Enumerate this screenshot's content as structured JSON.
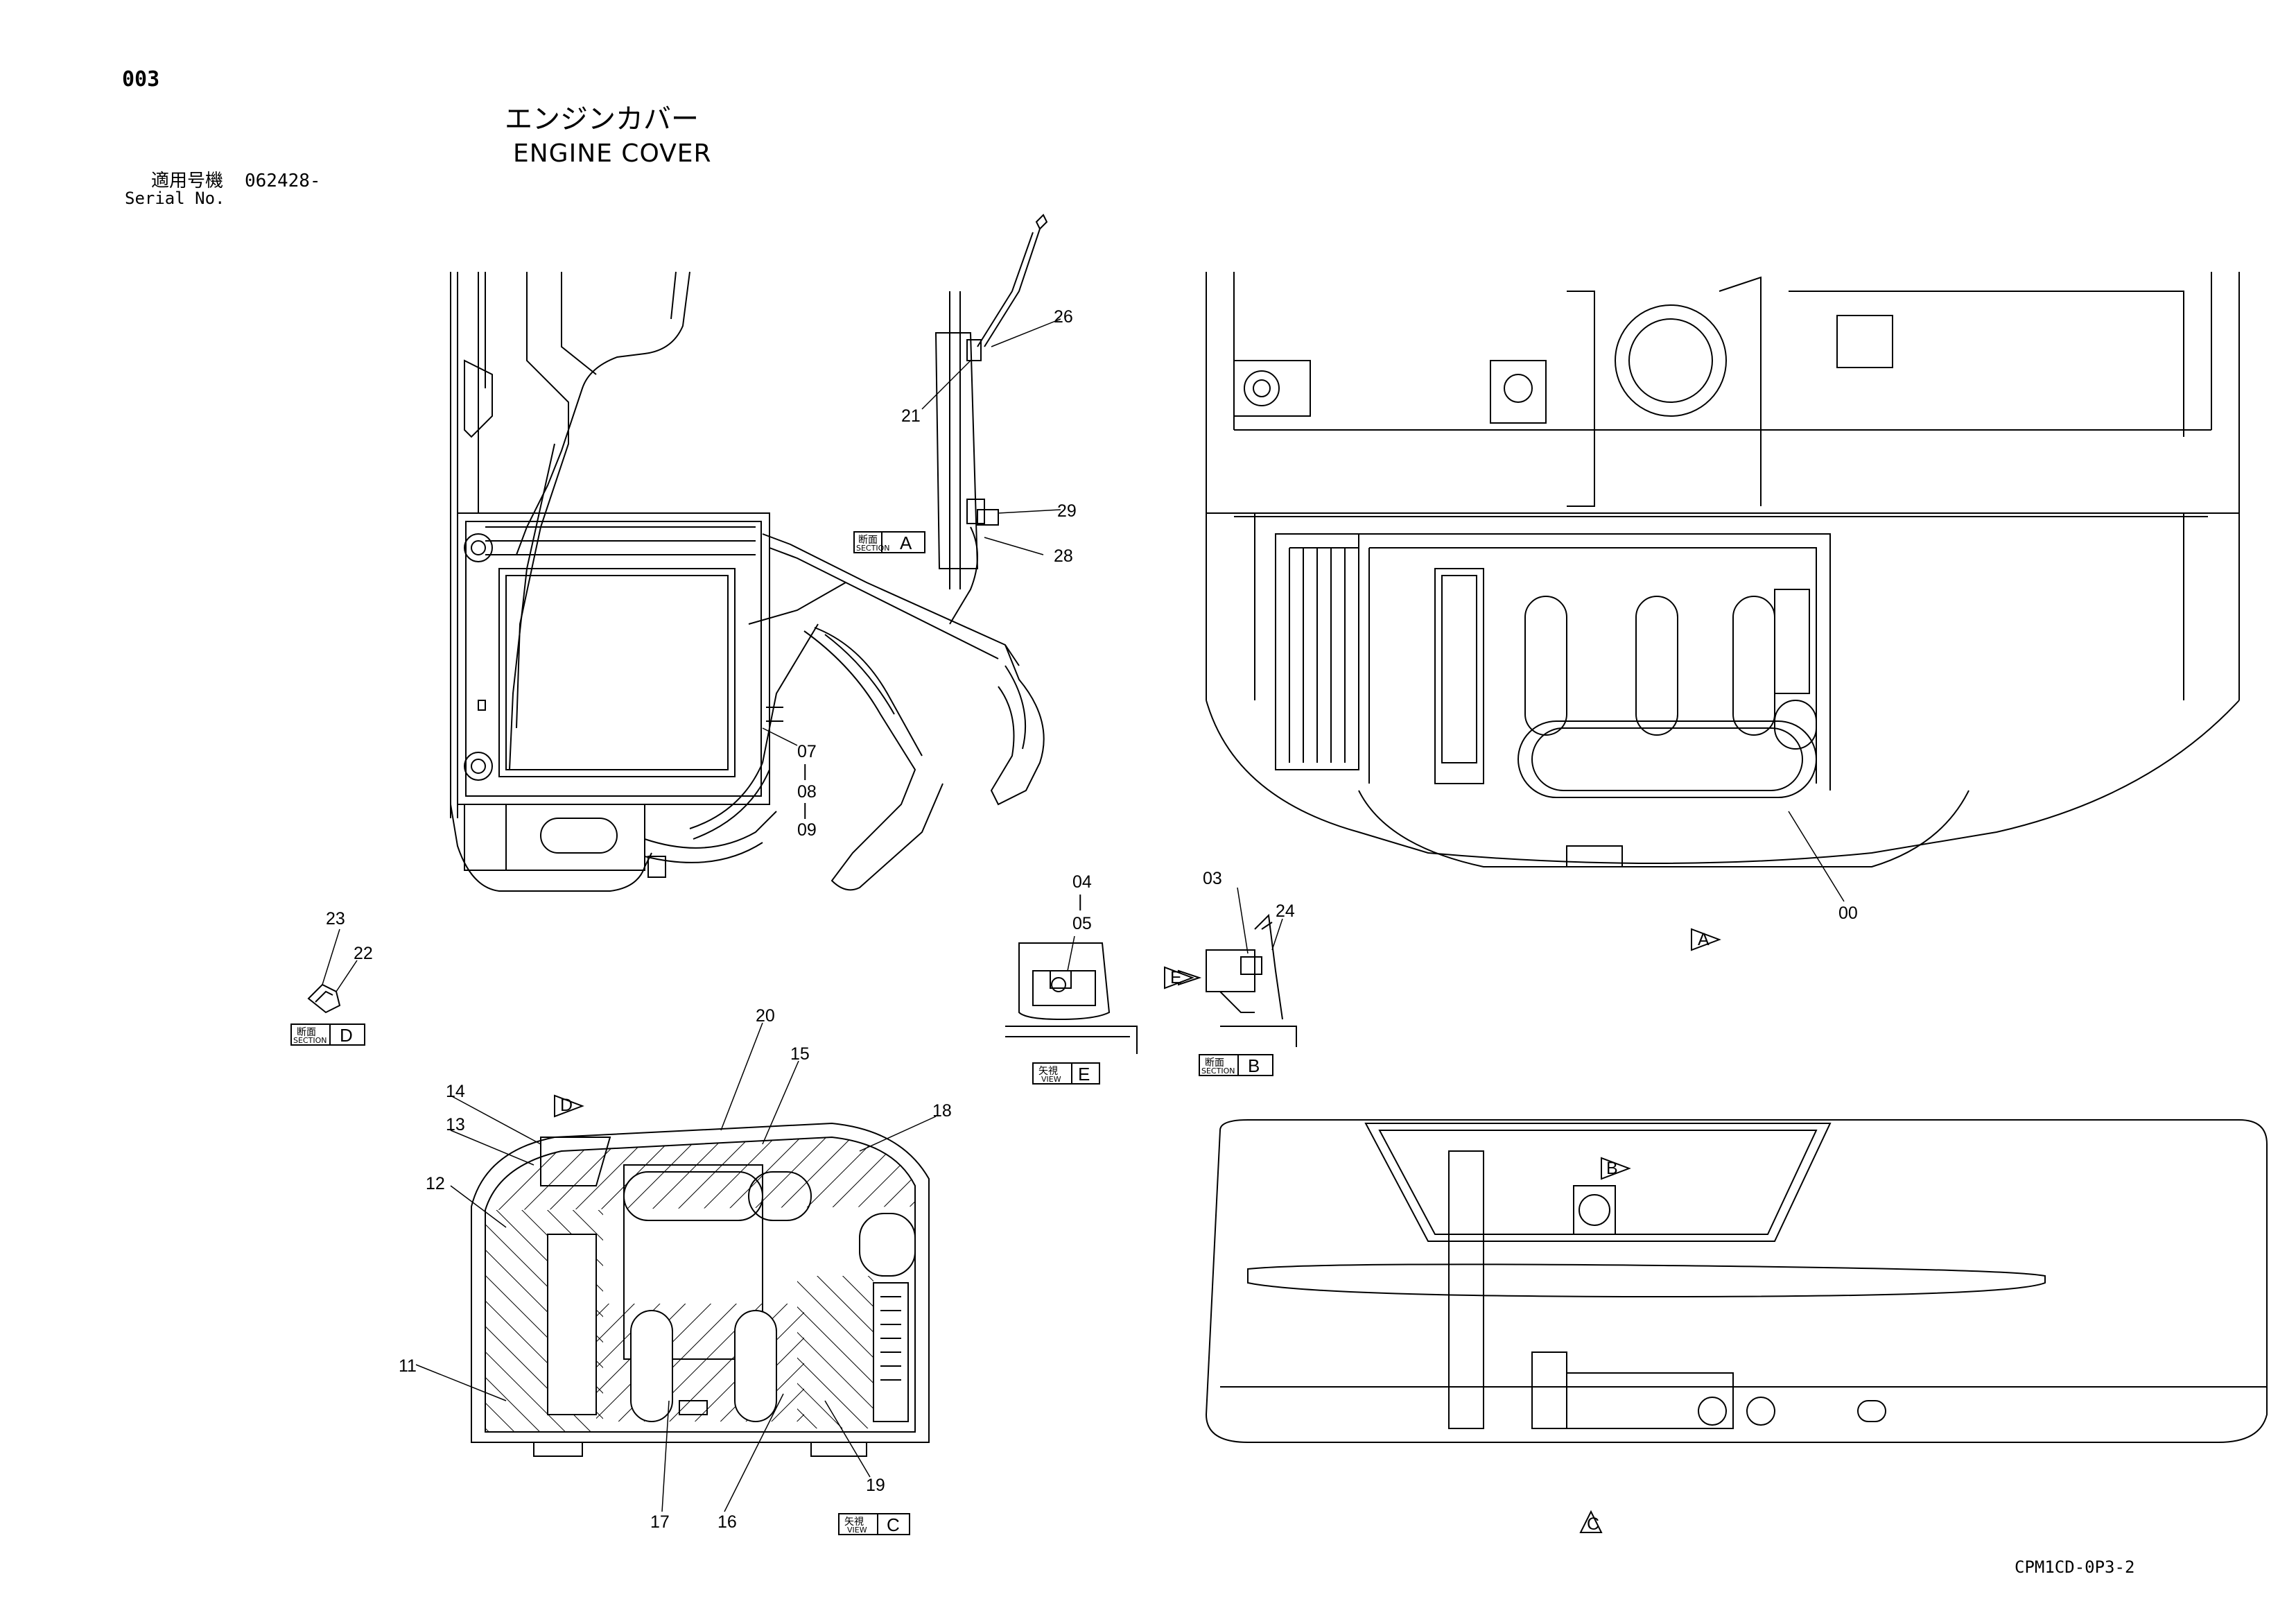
{
  "header": {
    "page_code": "003",
    "title_jp": "エンジンカバー",
    "title_en": "ENGINE COVER",
    "serial_label_jp": "適用号機",
    "serial_label_en": "Serial No.",
    "serial_value": "062428-"
  },
  "footer": {
    "drawing_code": "CPM1CD-0P3-2"
  },
  "callouts": {
    "c00": "00",
    "c03": "03",
    "c04": "04",
    "c05": "05",
    "c07": "07",
    "c08": "08",
    "c09": "09",
    "c11": "11",
    "c12": "12",
    "c13": "13",
    "c14": "14",
    "c15": "15",
    "c16": "16",
    "c17": "17",
    "c18": "18",
    "c19": "19",
    "c20": "20",
    "c21": "21",
    "c22": "22",
    "c23": "23",
    "c24": "24",
    "c26": "26",
    "c28": "28",
    "c29": "29"
  },
  "view_labels": {
    "section_a": {
      "jp": "断面",
      "en": "SECTION",
      "letter": "A"
    },
    "section_b": {
      "jp": "断面",
      "en": "SECTION",
      "letter": "B"
    },
    "section_d": {
      "jp": "断面",
      "en": "SECTION",
      "letter": "D"
    },
    "view_c": {
      "jp": "矢視",
      "en": "VIEW",
      "letter": "C"
    },
    "view_e": {
      "jp": "矢視",
      "en": "VIEW",
      "letter": "E"
    }
  },
  "view_markers": {
    "a": "A",
    "b": "B",
    "c": "C",
    "d": "D",
    "e": "E"
  }
}
